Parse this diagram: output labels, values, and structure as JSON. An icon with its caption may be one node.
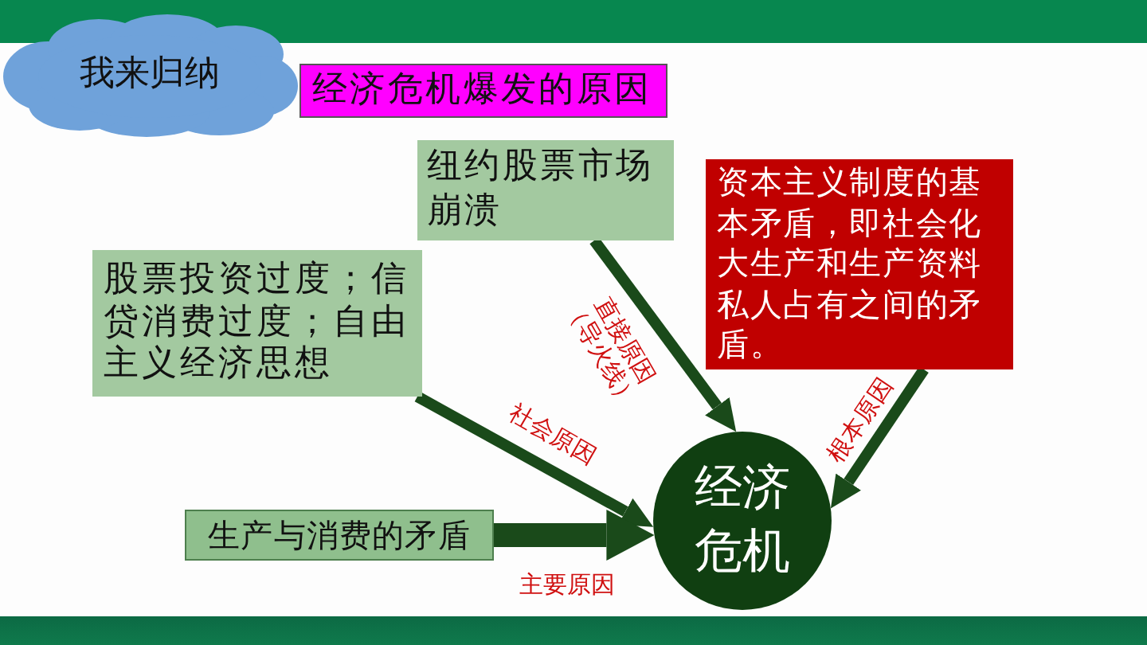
{
  "diagram": {
    "title": "经济危机爆发的原因",
    "nodes": [
      {
        "text": [
          "我来归纳"
        ]
      },
      {
        "text": [
          "纽约股票市场崩溃"
        ]
      },
      {
        "text": [
          "资本主义制度的基本矛盾，即社会化大生产和生产资料私人占有之间的矛盾。"
        ]
      },
      {
        "text": [
          "股票投资过度；信贷消费过度；自由主义经济思想"
        ]
      },
      {
        "text": [
          "生产与消费的矛盾"
        ]
      },
      {
        "text": [
          "经济危机"
        ]
      }
    ],
    "edges": [
      {
        "from": 1,
        "to": 5,
        "arrow": "to",
        "label": "直接原因（导火线）"
      },
      {
        "from": 2,
        "to": 5,
        "arrow": "to",
        "label": "根本原因"
      },
      {
        "from": 3,
        "to": 5,
        "arrow": "to",
        "label": "社会原因"
      },
      {
        "from": 4,
        "to": 5,
        "arrow": "to",
        "label": "主要原因",
        "style": "thick"
      }
    ]
  }
}
